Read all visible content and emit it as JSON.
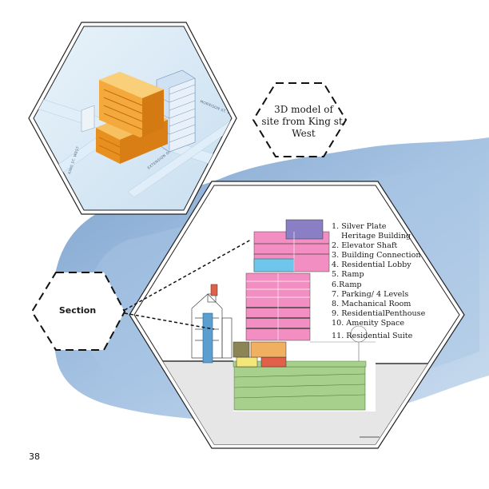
{
  "page_number": "38",
  "model_view": {
    "caption_lines": [
      "3D model of",
      "site from King st.",
      "West"
    ],
    "street_labels": [
      "KING ST. WEST",
      "EXTENSION OF MORRISON ST.",
      "MORRISON ST. WEST"
    ]
  },
  "section_view": {
    "caption": "Section"
  },
  "legend": [
    "1. Silver Plate",
    "Heritage Building",
    "2. Elevator Shaft",
    "3. Building Connection",
    "4. Residential Lobby",
    "5. Ramp",
    "6.Ramp",
    "7. Parking/ 4 Levels",
    "8. Machanical Room",
    "9. ResidentialPenthouse",
    "10. Amenity Space",
    "11. Residential Suite"
  ],
  "colors": {
    "watercolor": "#8fb3d9",
    "parking": "#a8d08d",
    "residential": "#f28ec1",
    "penthouse": "#8a7fc4",
    "lobby": "#6ec6ea",
    "amenity": "#f0b060",
    "mechanical": "#e0604a",
    "ramp": "#f3e67a",
    "massing": "#f3a93b"
  }
}
